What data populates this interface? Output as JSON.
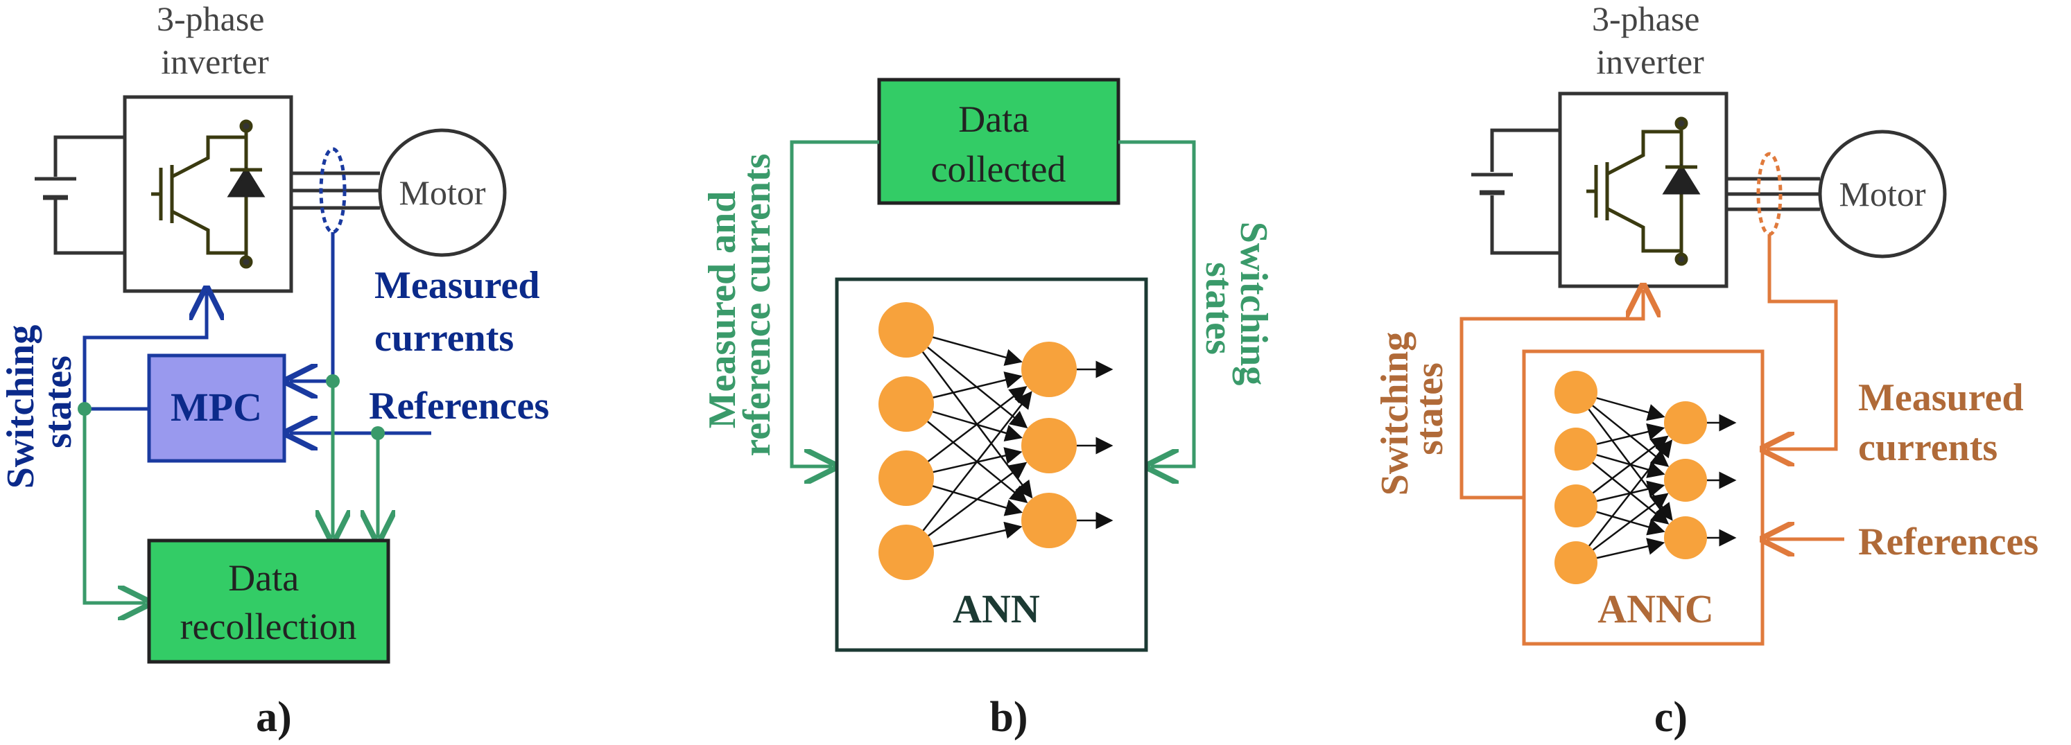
{
  "colors": {
    "blue": "#1a3aa0",
    "blue_text": "#0b2a8a",
    "green": "#3a9a6a",
    "green_fill": "#33cc66",
    "orange": "#e07a3c",
    "orange_text": "#b06a38",
    "neuron": "#f7a23c",
    "mpc_fill": "#9999ee",
    "dark": "#222222"
  },
  "panel_a": {
    "inverter_title": "3-phase\ninverter",
    "motor_label": "Motor",
    "measured_label": "Measured\ncurrents",
    "references_label": "References",
    "switching_label": "Switching\nstates",
    "mpc_label": "MPC",
    "data_box_label": "Data\nrecollection",
    "caption": "a)"
  },
  "panel_b": {
    "data_box_label": "Data\ncollected",
    "left_label": "Measured and\nreference currents",
    "right_label": "Switching\nstates",
    "ann_label": "ANN",
    "caption": "b)"
  },
  "panel_c": {
    "inverter_title": "3-phase\ninverter",
    "motor_label": "Motor",
    "switching_label": "Switching\nstates",
    "measured_label": "Measured\ncurrents",
    "references_label": "References",
    "annc_label": "ANNC",
    "caption": "c)"
  }
}
